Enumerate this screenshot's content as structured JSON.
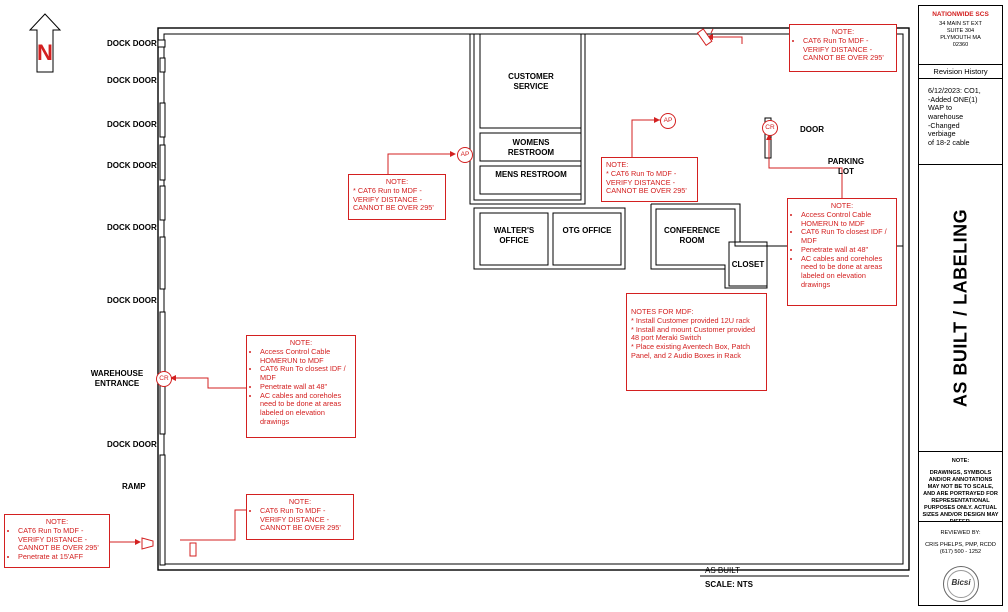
{
  "north": {
    "letter": "N"
  },
  "left_labels": [
    "DOCK DOOR",
    "DOCK DOOR",
    "DOCK DOOR",
    "DOCK DOOR",
    "DOCK DOOR",
    "DOCK DOOR",
    "WAREHOUSE ENTRANCE",
    "DOCK DOOR",
    "RAMP"
  ],
  "rooms": {
    "customer_service": "CUSTOMER SERVICE",
    "womens_restroom": "WOMENS RESTROOM",
    "mens_restroom": "MENS RESTROOM",
    "walters_office": "WALTER'S OFFICE",
    "otg_office": "OTG OFFICE",
    "conference_room": "CONFERENCE ROOM",
    "closet": "CLOSET",
    "door": "DOOR",
    "parking_lot": "PARKING LOT"
  },
  "badges": {
    "ap1": "AP",
    "ap2": "AP",
    "cr1": "CR",
    "cr2": "CR"
  },
  "notes": {
    "top_right": {
      "title": "NOTE:",
      "items": [
        "CAT6 Run To MDF - VERIFY DISTANCE - CANNOT BE OVER 295'"
      ]
    },
    "ap_left": {
      "title": "NOTE:",
      "lines": [
        "* CAT6 Run to MDF - VERIFY DISTANCE - CANNOT BE OVER 295'"
      ]
    },
    "ap_right": {
      "title": "NOTE:",
      "lines": [
        "* CAT6 Run To MDF - VERIFY DISTANCE - CANNOT BE OVER 295'"
      ]
    },
    "cr_right": {
      "title": "NOTE:",
      "items": [
        "Access Control Cable HOMERUN to MDF",
        "CAT6 Run To closest IDF / MDF",
        "Penetrate wall at 48\"",
        "AC cables and coreholes need to be done at areas labeled on elevation drawings"
      ]
    },
    "cr_left": {
      "title": "NOTE:",
      "items": [
        "Access Control Cable HOMERUN to MDF",
        "CAT6 Run To closest IDF / MDF",
        "Penetrate wall at 48\"",
        "AC cables and coreholes need to be done at areas labeled on elevation drawings"
      ]
    },
    "mdf": {
      "title": "NOTES FOR MDF:",
      "lines": [
        "* Install Customer provided 12U rack",
        "* Install and mount  Customer provided 48 port Meraki Switch",
        "*  Place existing Aventech Box, Patch Panel, and 2 Audio Boxes in Rack"
      ]
    },
    "bottom_center": {
      "title": "NOTE:",
      "items": [
        "CAT6 Run To MDF - VERIFY DISTANCE - CANNOT BE OVER 295'"
      ]
    },
    "bottom_left": {
      "title": "NOTE:",
      "items": [
        "CAT6 Run To MDF - VERIFY DISTANCE - CANNOT BE OVER 295'",
        "Penetrate at 15'AFF"
      ]
    }
  },
  "footer": {
    "as_built": "AS BUILT",
    "scale": "SCALE: NTS"
  },
  "title_block": {
    "company": "NATIONWIDE SCS",
    "address": [
      "34 MAIN ST EXT",
      "SUITE 304",
      "PLYMOUTH MA",
      "02360"
    ],
    "revision_header": "Revision History",
    "revision_lines": [
      "6/12/2023: CO1,",
      "-Added ONE(1)",
      "WAP to",
      "warehouse",
      "-Changed",
      "verbiage",
      "of 18-2 cable"
    ],
    "sheet_title": "AS BUILT / LABELING",
    "note_title": "NOTE:",
    "note_body": "DRAWINGS, SYMBOLS AND/OR ANNOTATIONS MAY NOT BE TO SCALE, AND ARE PORTRAYED FOR REPRESENTATIONAL PURPOSES ONLY. ACTUAL SIZES AND/OR DESIGN MAY DIFFER.",
    "reviewed_by": "REVIEWED BY:",
    "reviewer": "CRIS PHELPS, PMP, RCDD",
    "phone": "(617) 500 - 1252",
    "seal": "Bicsi"
  },
  "colors": {
    "note_red": "#d32020",
    "line": "#000000"
  }
}
